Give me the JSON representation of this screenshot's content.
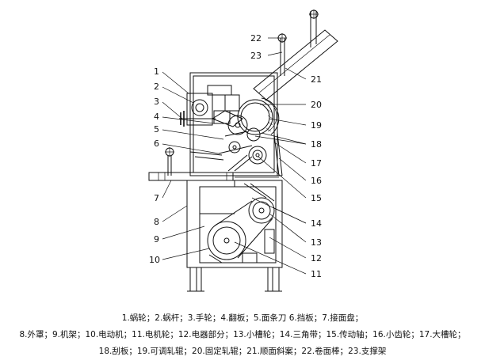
{
  "callouts": [
    "1",
    "2",
    "3",
    "4",
    "5",
    "6",
    "7",
    "8",
    "9",
    "10",
    "11",
    "12",
    "13",
    "14",
    "15",
    "16",
    "17",
    "18",
    "19",
    "20",
    "21",
    "22",
    "23"
  ],
  "legend": {
    "line1": "1.蜗轮；2.蜗杆；3.手轮；4.翻板；5.面条刀 6.挡板；7.接面盘；",
    "line2": "8.外罩；9.机架；10.电动机；11.电机轮；12.电器部分；13.小槽轮；14.三角带；15.传动轴；16.小齿轮；17.大槽轮；",
    "line3": "18.刮板；19.可调轧辊；20.固定轧辊；21.顺面斜案；22.卷面棒；23.支撑架"
  }
}
